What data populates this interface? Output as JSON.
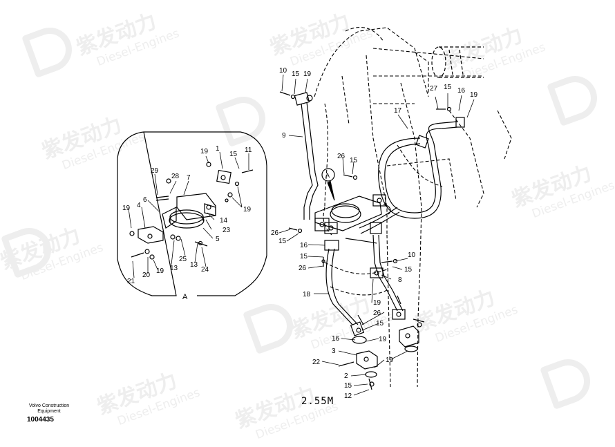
{
  "watermark": {
    "brand_cn": "紫发动力",
    "brand_en": "Diesel-Engines"
  },
  "footer": {
    "company": "Volvo Construction Equipment",
    "document_number": "1004435",
    "scale_label": "2.55M"
  },
  "detail": {
    "view_letter": "A",
    "marker_letter": "A"
  },
  "labels": {
    "l29": "29",
    "l28": "28",
    "l7": "7",
    "l6": "6",
    "l4": "4",
    "l19a": "19",
    "l19b": "19",
    "l1": "1",
    "l15a": "15",
    "l11": "11",
    "l19c": "19",
    "l14": "14",
    "l23": "23",
    "l5": "5",
    "l25": "25",
    "l13a": "13",
    "l13b": "13",
    "l24": "24",
    "l21": "21",
    "l20": "20",
    "l19d": "19",
    "m10": "10",
    "m15": "15",
    "m19": "19",
    "m9": "9",
    "m26": "26",
    "m15b": "15",
    "m26b": "26",
    "m15c": "15",
    "m16": "16",
    "m15d": "15",
    "m26c": "26",
    "m18": "18",
    "m19b": "19",
    "m26d": "26",
    "m15e": "15",
    "m16b": "16",
    "m19c": "19",
    "m3": "3",
    "m22": "22",
    "m2": "2",
    "m15f": "15",
    "m12": "12",
    "m19d": "19",
    "r27": "27",
    "r15": "15",
    "r16": "16",
    "r19": "19",
    "r17": "17",
    "r10": "10",
    "r15b": "15",
    "r8": "8"
  },
  "icons": [
    "logo-watermark-icon"
  ]
}
